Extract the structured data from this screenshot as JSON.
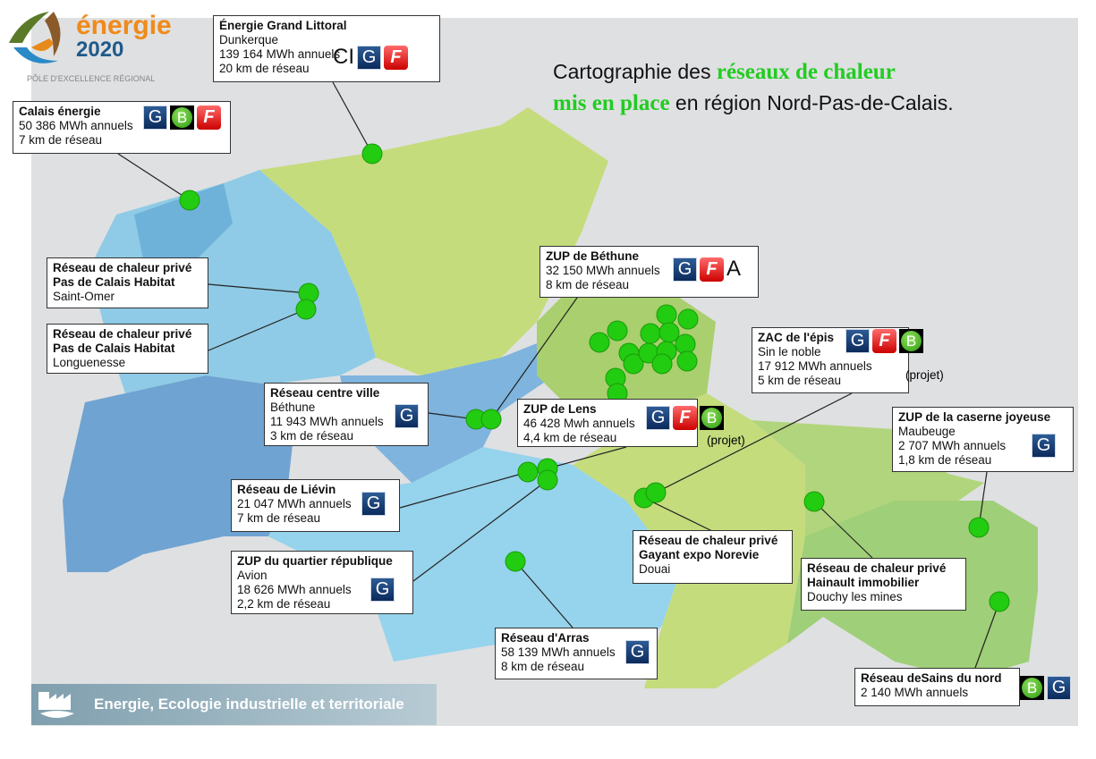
{
  "logo": {
    "word1": "énergie",
    "word2": "2020",
    "tagline": "PÔLE D'EXCELLENCE RÉGIONAL"
  },
  "title": {
    "part1": "Cartographie des ",
    "highlight1": "réseaux de chaleur",
    "highlight2": "mis en place",
    "part2": " en région Nord-Pas-de-Calais."
  },
  "footer": {
    "text": "Energie, Ecologie industrielle et territoriale",
    "icon": "factory-leaf-icon"
  },
  "colors": {
    "G": "#1a3f78",
    "F": "#e02020",
    "B": "#3ab81a",
    "dot": "#22cc11"
  },
  "networks": [
    {
      "name": "Énergie Grand Littoral",
      "lines": [
        "Dunkerque",
        "139 164 MWh annuels",
        "20 km de réseau"
      ],
      "badges": [
        "CI",
        "G",
        "F"
      ]
    },
    {
      "name": "Calais énergie",
      "lines": [
        "50 386 MWh annuels",
        "7 km de réseau"
      ],
      "badges": [
        "G",
        "B",
        "F"
      ]
    },
    {
      "name": "Réseau de chaleur privé",
      "name2": "Pas de Calais Habitat",
      "lines": [
        "Saint-Omer"
      ],
      "badges": []
    },
    {
      "name": "Réseau de chaleur privé",
      "name2": "Pas de Calais Habitat",
      "lines": [
        "Longuenesse"
      ],
      "badges": []
    },
    {
      "name": "Réseau centre ville",
      "lines": [
        "Béthune",
        "11 943 MWh annuels",
        "3 km de réseau"
      ],
      "badges": [
        "G"
      ]
    },
    {
      "name": "ZUP de Béthune",
      "lines": [
        "32 150 MWh annuels",
        "8 km de réseau"
      ],
      "badges": [
        "G",
        "F",
        "A"
      ]
    },
    {
      "name": "ZAC de l'épis",
      "lines": [
        "Sin le noble",
        "17 912 MWh annuels",
        "5 km de réseau"
      ],
      "badges": [
        "G",
        "F",
        "B"
      ],
      "note": "(projet)"
    },
    {
      "name": "ZUP de Lens",
      "lines": [
        "46 428 Mwh annuels",
        "4,4  km de réseau"
      ],
      "badges": [
        "G",
        "F",
        "B"
      ],
      "note": "(projet)"
    },
    {
      "name": "ZUP de la caserne joyeuse",
      "lines": [
        "Maubeuge",
        "2 707 MWh annuels",
        "1,8 km de réseau"
      ],
      "badges": [
        "G"
      ]
    },
    {
      "name": "Réseau de Liévin",
      "lines": [
        "21 047 MWh annuels",
        "7 km de réseau"
      ],
      "badges": [
        "G"
      ]
    },
    {
      "name": "ZUP du quartier république",
      "lines": [
        "Avion",
        "18 626 MWh annuels",
        " 2,2 km de réseau"
      ],
      "badges": [
        "G"
      ]
    },
    {
      "name": "Réseau de chaleur privé",
      "name2": "Gayant expo Norevie",
      "lines": [
        "Douai"
      ],
      "badges": []
    },
    {
      "name": "Réseau de chaleur privé",
      "name2": "Hainault immobilier",
      "lines": [
        "Douchy les mines"
      ],
      "badges": []
    },
    {
      "name": "Réseau d'Arras",
      "lines": [
        "58 139 MWh annuels",
        "8 km de réseau"
      ],
      "badges": [
        "G"
      ]
    },
    {
      "name": "Réseau deSains du nord",
      "lines": [
        "2 140 MWh annuels"
      ],
      "badges": [
        "B",
        "G"
      ]
    }
  ]
}
